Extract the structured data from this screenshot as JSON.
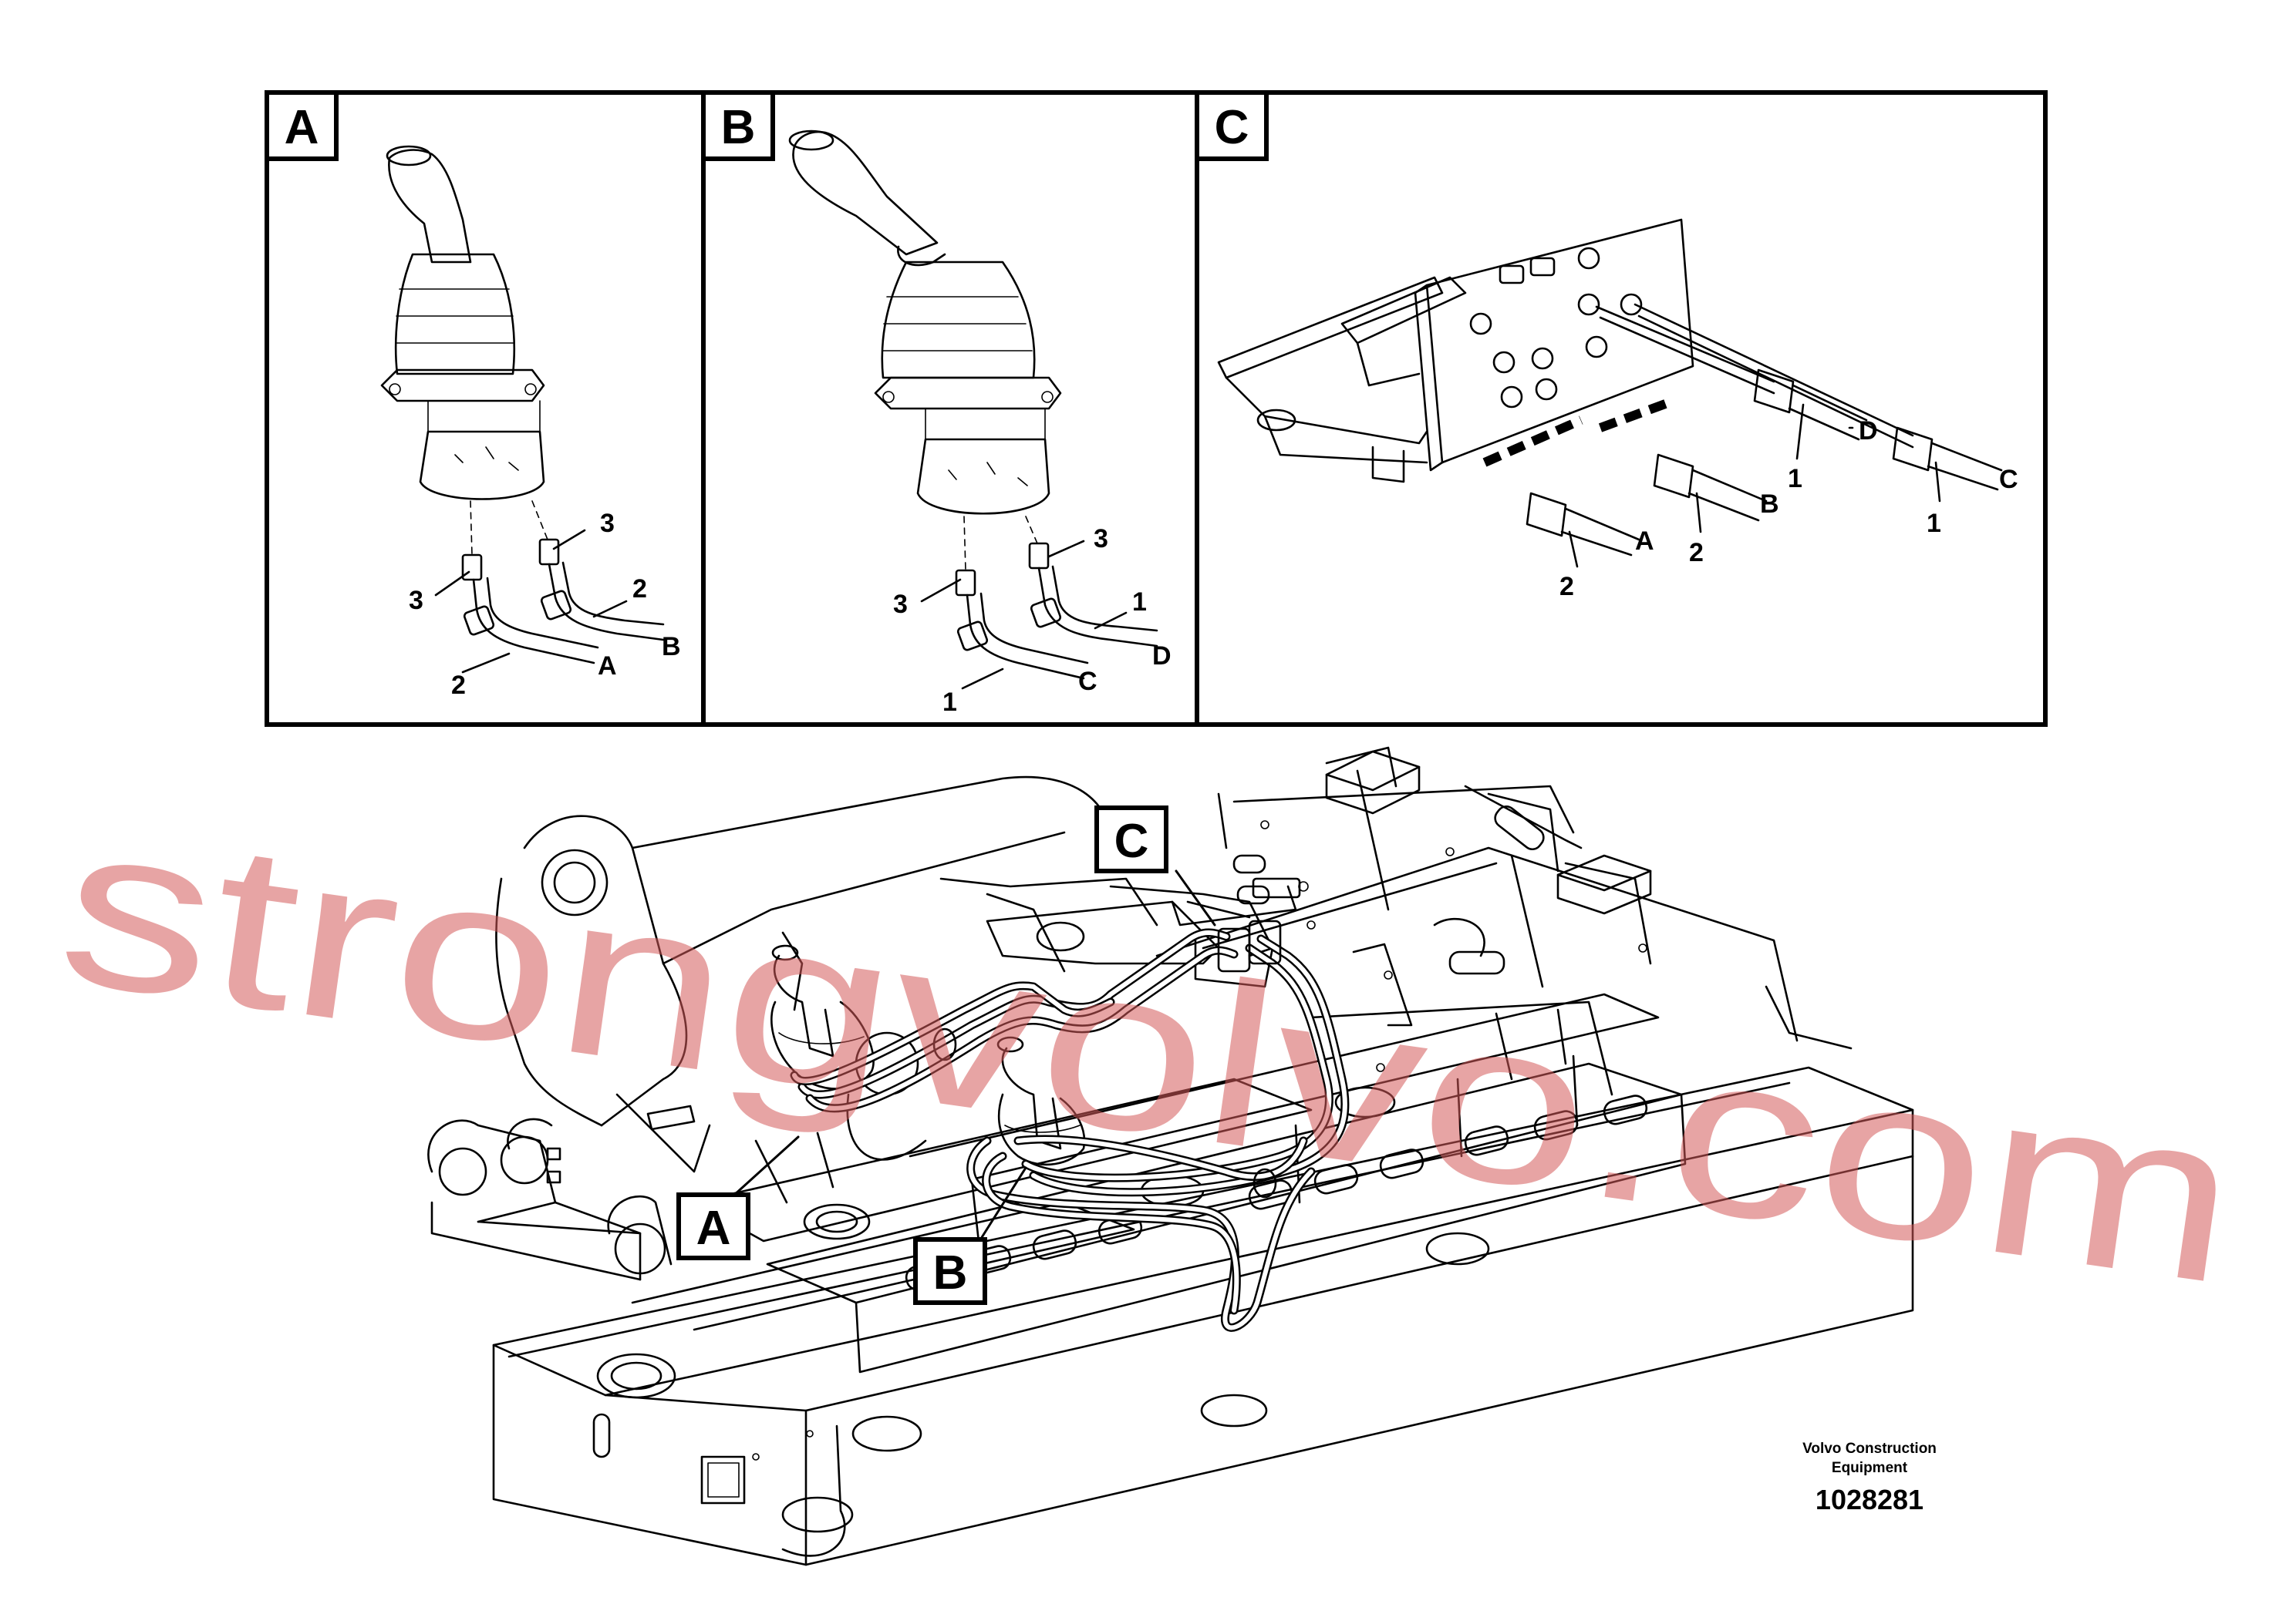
{
  "panels": [
    {
      "letter": "A",
      "labels": [
        "3",
        "3",
        "2",
        "2",
        "A",
        "B"
      ]
    },
    {
      "letter": "B",
      "labels": [
        "3",
        "3",
        "1",
        "1",
        "C",
        "D"
      ]
    },
    {
      "letter": "C",
      "labels": [
        "1",
        "D",
        "1",
        "C",
        "2",
        "B",
        "2",
        "A"
      ]
    }
  ],
  "callouts": [
    "A",
    "B",
    "C"
  ],
  "watermark": "strongvolvo.com",
  "caption": {
    "company_line1": "Volvo Construction",
    "company_line2": "Equipment",
    "number": "1028281"
  }
}
